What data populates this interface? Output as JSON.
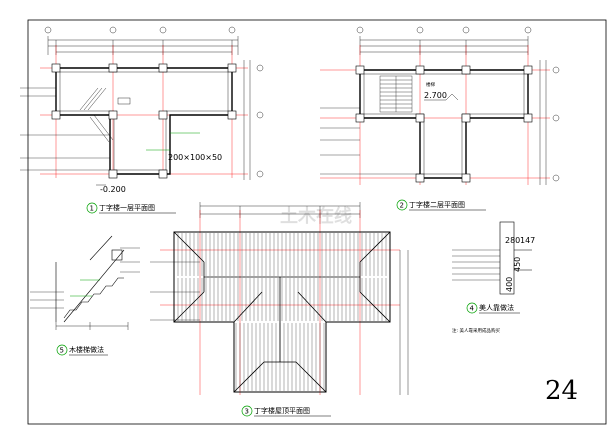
{
  "page_number": "24",
  "colors": {
    "frame": "#000000",
    "wall": "#000000",
    "axis": "#ff0000",
    "dim": "#00a000",
    "roof": "#000000"
  },
  "drawings": {
    "d1": {
      "num": "1",
      "title": "丁字楼一层平面图",
      "elev_a": "-0.200",
      "elev_b": "200×100×50"
    },
    "d2": {
      "num": "2",
      "title": "丁字楼二层平面图",
      "elev_a": "2.700",
      "room": "楼梯"
    },
    "d3": {
      "num": "3",
      "title": "丁字楼屋顶平面图"
    },
    "d4": {
      "num": "4",
      "title": "美人靠做法",
      "dims": [
        "280",
        "147",
        "400",
        "450"
      ],
      "note": "注: 美人靠采用成品购买"
    },
    "d5": {
      "num": "5",
      "title": "木楼梯做法"
    }
  },
  "watermark": "土木在线"
}
